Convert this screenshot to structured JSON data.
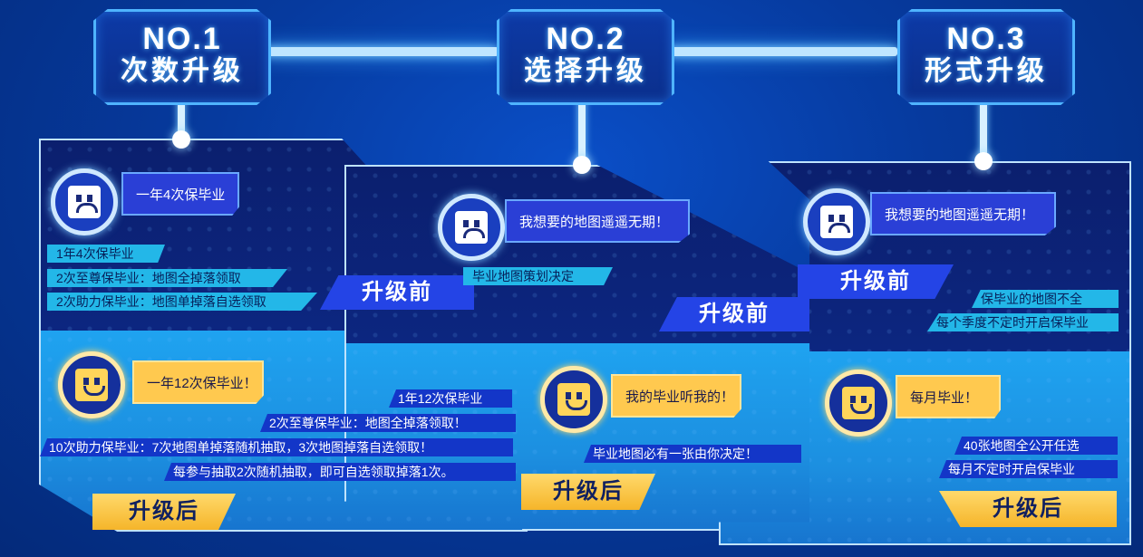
{
  "columns": [
    {
      "no": "NO.1",
      "name": "次数升级",
      "before_bubble": "一年4次保毕业",
      "before_tags": [
        "1年4次保毕业",
        "2次至尊保毕业：地图全掉落领取",
        "2次助力保毕业：地图单掉落自选领取"
      ],
      "before_label": "升级前",
      "after_bubble": "一年12次保毕业！",
      "after_tags": [
        "1年12次保毕业",
        "2次至尊保毕业：地图全掉落领取！",
        "10次助力保毕业：7次地图单掉落随机抽取，3次地图掉落自选领取！",
        "每参与抽取2次随机抽取，即可自选领取掉落1次。"
      ],
      "after_label": "升级后"
    },
    {
      "no": "NO.2",
      "name": "选择升级",
      "before_bubble": "我想要的地图遥遥无期！",
      "before_tags": [
        "毕业地图策划决定"
      ],
      "before_label": "升级前",
      "after_bubble": "我的毕业听我的！",
      "after_tags": [
        "毕业地图必有一张由你决定！"
      ],
      "after_label": "升级后"
    },
    {
      "no": "NO.3",
      "name": "形式升级",
      "before_bubble": "我想要的地图遥遥无期！",
      "before_tags": [
        "保毕业的地图不全",
        "每个季度不定时开启保毕业"
      ],
      "before_label": "升级前",
      "after_bubble": "每月毕业！",
      "after_tags": [
        "40张地图全公开任选",
        "每月不定时开启保毕业"
      ],
      "after_label": "升级后"
    }
  ],
  "icons": {
    "before": "sad-face-icon",
    "after": "happy-face-icon"
  },
  "colors": {
    "accent_blue": "#2444e6",
    "accent_gold": "#ffc94f",
    "tag_cyan": "#23b7e8"
  }
}
